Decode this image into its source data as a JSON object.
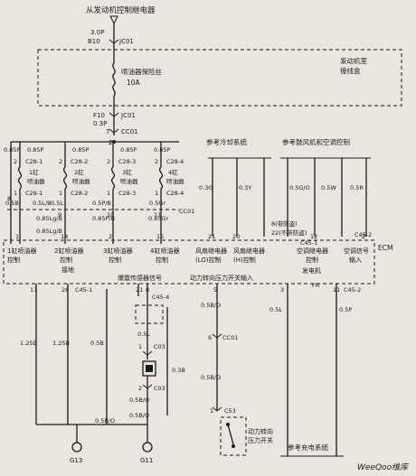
{
  "top": {
    "source": "从发动机控制继电器",
    "wire_b10": "3.0P",
    "conn_b10": "B10",
    "conn_jc01": "JC01",
    "engine_box": "发动机室\n接线盒",
    "fuse_name": "喷油器保险丝",
    "fuse_rating": "10A",
    "conn_f10": "F10",
    "jc01b": "JC01",
    "wire_f10": "0.3P",
    "cc01_num": "7",
    "cc01": "CC01",
    "pin2": "2"
  },
  "injectors": [
    {
      "top_wire": "0.85P",
      "top_pin": "2",
      "conn_top": "C28-1",
      "label": "1缸\n喷油器",
      "bot_pin": "1",
      "conn_bot": "C28-1",
      "wire": "0.5B",
      "mid_wire": "0.5L/B"
    },
    {
      "top_wire": "0.85P",
      "top_pin": "2",
      "conn_top": "C28-2",
      "label": "2缸\n喷油器",
      "bot_pin": "1",
      "conn_bot": "C28-2",
      "wire": "0.5L",
      "mid_wire": "0.85Lg/B"
    },
    {
      "top_wire": "0.85P",
      "top_pin": "2",
      "conn_top": "C28-3",
      "label": "3缸\n喷油器",
      "bot_pin": "1",
      "conn_bot": "C28-3",
      "wire": "0.5P/B",
      "mid_wire": "0.85P/B"
    },
    {
      "top_wire": "0.85P",
      "top_pin": "2",
      "conn_top": "C28-4",
      "label": "4缸\n喷油器",
      "bot_pin": "1",
      "conn_bot": "C28-4",
      "wire": "0.5Gr",
      "mid_wire": "0.85Gr"
    }
  ],
  "ref": {
    "cooling": "参考冷却系统",
    "fan_ac": "参考鼓风机和空调控制",
    "w1": "0.3G",
    "w2": "0.3Y",
    "w3": "0.5G/O",
    "w4": "0.5W",
    "w5": "0.5R"
  },
  "ecm": {
    "label": "ECM",
    "conn": "C45-2",
    "pins_top": [
      "1",
      "8",
      "14",
      "2",
      "15",
      "21",
      "20",
      "22",
      "12",
      "2"
    ],
    "pin_note": "8(带防盗)\n22(不带防盗)",
    "inj1": "1缸喷油器\n控制",
    "inj2": "2缸喷油器\n控制",
    "inj3": "3缸喷油器\n控制",
    "inj4": "4缸喷油器\n控制",
    "fan_lo": "风扇继电器\n(LO)控制",
    "fan_hi": "风扇继电器\n(H)控制",
    "ac_relay": "空调继电器\n控制",
    "ac_signal": "空调信号\n输入",
    "ground": "接地",
    "knock": "爆震传感器信号",
    "ps_switch": "动力转向压力开关输入",
    "alternator": "发电机",
    "fr": "FR"
  },
  "bottom": {
    "pins": [
      "13",
      "26",
      "C45-1",
      "21",
      "8",
      "C45-4",
      "5",
      "3",
      "11",
      "C45-2"
    ],
    "w_125b_1": "1.25B",
    "w_125b_2": "1.25B",
    "w_05b": "0.5B",
    "w_05l": "0.5L",
    "c03_a": "1",
    "c03_a_name": "C03",
    "w_03b": "0.3B",
    "c03_b": "2",
    "c03_b_name": "C03",
    "w_05bo_1": "0.5B/O",
    "w_05bo_2": "0.5B/O",
    "w_05bo_3": "0.5B/O",
    "w_05bo_4": "0.5B/O",
    "cc01_pin": "6",
    "cc01": "CC01",
    "w_05b_o": "0.5B/O",
    "c53_pin": "1",
    "c53": "C53",
    "ps_switch_label": "动力转向\n压力开关",
    "w_05l_b": "0.5L",
    "w_05p": "0.5P",
    "charging_ref": "参考充电系统",
    "g13": "G13",
    "g11": "G11"
  },
  "watermark": "WeeQoo维库"
}
